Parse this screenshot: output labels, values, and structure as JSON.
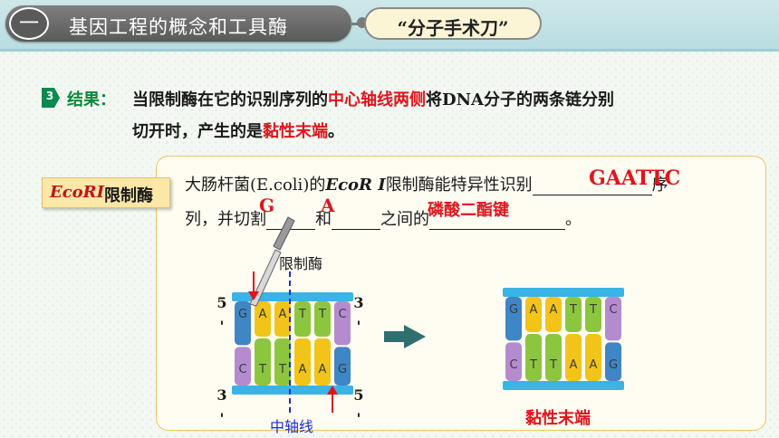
{
  "header": {
    "section_number": "一",
    "title": "基因工程的概念和工具酶",
    "subtitle": "“分子手术刀”"
  },
  "result": {
    "badge": "3",
    "label": "结果：",
    "line1_a": "当限制酶在它的识别序列的",
    "line1_red": "中心轴线两侧",
    "line1_b": "将DNA分子的两条链分别",
    "line2_a": "切开时，产生的是",
    "line2_red": "黏性末端",
    "line2_b": "。"
  },
  "ecori": {
    "label_name": "EcoRI",
    "label_suffix": "限制酶",
    "line1_a": "大肠杆菌(E.coli)的",
    "line1_enzyme": "EcoR Ⅰ",
    "line1_b": "限制酶能特异性识别",
    "line1_end": "序",
    "line2_a": "列，并切割",
    "line2_b": "和",
    "line2_c": "之间的",
    "line2_end": "。",
    "answer_sequence": "GAATTC",
    "answer_g": "G",
    "answer_a": "A",
    "answer_bond": "磷酸二酯键"
  },
  "diagram": {
    "enzyme_label": "限制酶",
    "axis_label": "中轴线",
    "sticky_end_label": "黏性末端",
    "end_5": "5",
    "end_3": "3",
    "prime": "'",
    "top_strand": [
      "G",
      "A",
      "A",
      "T",
      "T",
      "C"
    ],
    "bottom_strand": [
      "C",
      "T",
      "T",
      "A",
      "A",
      "G"
    ],
    "colors": {
      "G": "#3e86c6",
      "A": "#f2c41a",
      "T": "#8cc63f",
      "C": "#b58bd0",
      "backbone": "#3ab4e6",
      "cut_arrow": "#e0141c",
      "axis_line": "#1a2fd0",
      "forward_arrow": "#2f6f6f"
    }
  }
}
